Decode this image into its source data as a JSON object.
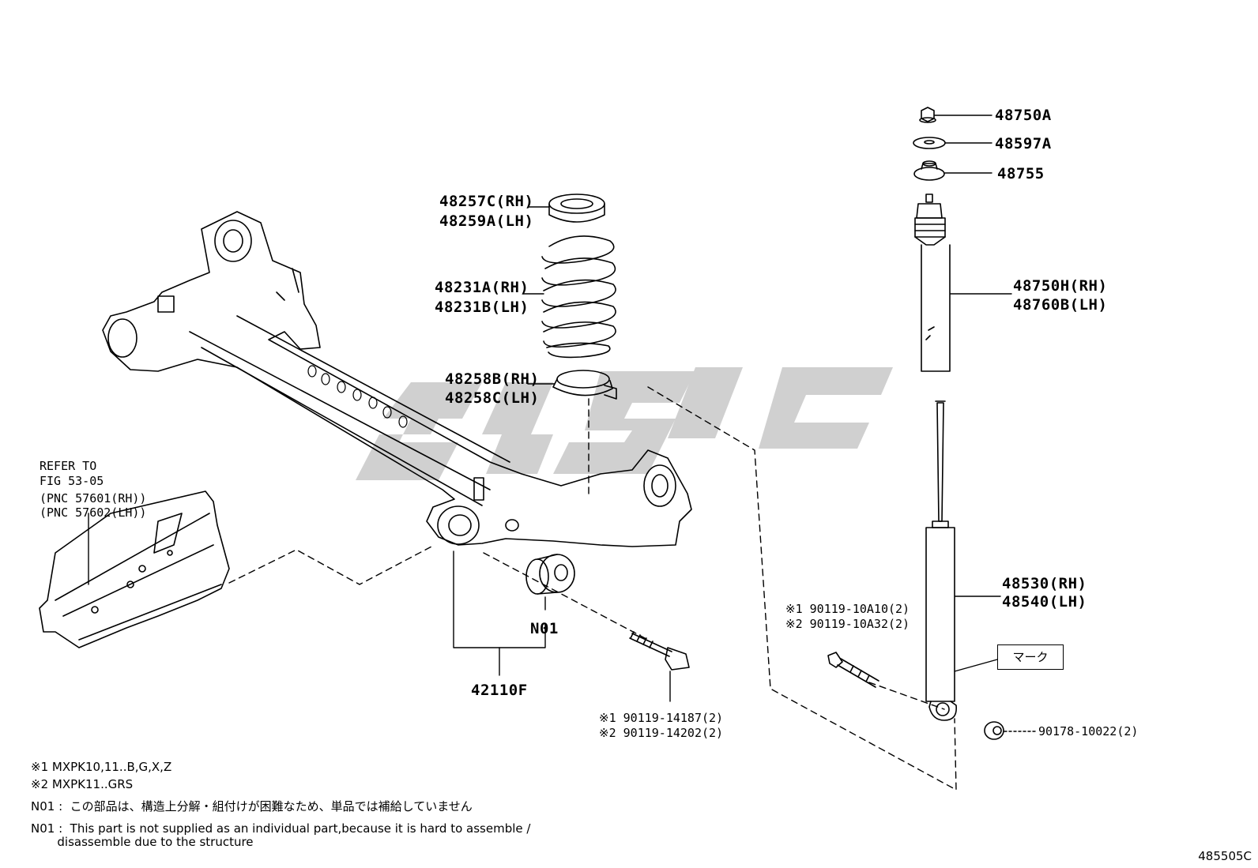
{
  "labels": {
    "p48750a": "48750A",
    "p48597a": "48597A",
    "p48755": "48755",
    "p48257c": "48257C(RH)",
    "p48259a": "48259A(LH)",
    "p48231a": "48231A(RH)",
    "p48231b": "48231B(LH)",
    "p48258b": "48258B(RH)",
    "p48258c": "48258C(LH)",
    "p48750h": "48750H(RH)",
    "p48760b": "48760B(LH)",
    "p48530": "48530(RH)",
    "p48540": "48540(LH)",
    "n01": "N01",
    "p42110f": "42110F",
    "bolt_a1": "※1 90119-10A10(2)",
    "bolt_a2": "※2 90119-10A32(2)",
    "bolt_b1": "※1 90119-14187(2)",
    "bolt_b2": "※2 90119-14202(2)",
    "nut": "90178-10022(2)",
    "mark": "マーク",
    "refer1": "REFER TO",
    "refer2": "FIG 53-05",
    "refer3": "(PNC 57601(RH))",
    "refer4": "(PNC 57602(LH))"
  },
  "notes": {
    "n1": "※1 MXPK10,11..B,G,X,Z",
    "n2": "※2 MXPK11..GRS",
    "n3": "N01 :  この部品は、構造上分解・組付けが困難なため、単品では補給していません",
    "n4a": "N01 :  This part is not supplied as an individual part,because it is hard to assemble /",
    "n4b": "       disassemble due to the structure"
  },
  "figure_id": "485505C",
  "colors": {
    "line": "#000000",
    "watermark": "#c8c8c8"
  }
}
